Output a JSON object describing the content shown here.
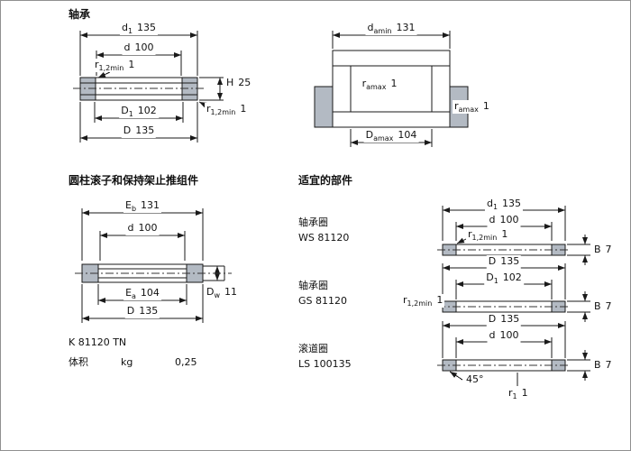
{
  "titles": {
    "bearing": "轴承",
    "assembly": "圆柱滚子和保持架止推组件",
    "suitable": "适宜的部件"
  },
  "product": {
    "designation": "K 81120 TN",
    "mass_label": "体积",
    "mass_unit": "kg",
    "mass_value": "0,25"
  },
  "parts": [
    {
      "type": "轴承圈",
      "designation": "WS 81120"
    },
    {
      "type": "轴承圈",
      "designation": "GS 81120"
    },
    {
      "type": "滚道圈",
      "designation": "LS 100135"
    }
  ],
  "dims": {
    "d1": {
      "sym": "d",
      "sub": "1",
      "value": "135"
    },
    "d": {
      "sym": "d",
      "sub": "",
      "value": "100"
    },
    "r12min": {
      "sym": "r",
      "sub": "1,2min",
      "value": "1"
    },
    "H": {
      "sym": "H",
      "sub": "",
      "value": "25"
    },
    "D1": {
      "sym": "D",
      "sub": "1",
      "value": "102"
    },
    "D": {
      "sym": "D",
      "sub": "",
      "value": "135"
    },
    "damin": {
      "sym": "d",
      "sub": "amin",
      "value": "131"
    },
    "ramax": {
      "sym": "r",
      "sub": "amax",
      "value": "1"
    },
    "Damax": {
      "sym": "D",
      "sub": "amax",
      "value": "104"
    },
    "Eb": {
      "sym": "E",
      "sub": "b",
      "value": "131"
    },
    "Ea": {
      "sym": "E",
      "sub": "a",
      "value": "104"
    },
    "Dw": {
      "sym": "D",
      "sub": "w",
      "value": "11"
    },
    "B": {
      "sym": "B",
      "sub": "",
      "value": "7"
    },
    "r1": {
      "sym": "r",
      "sub": "1",
      "value": "1"
    },
    "chamfer": {
      "sym": "45°",
      "sub": "",
      "value": ""
    }
  },
  "colors": {
    "line": "#1a1a1a",
    "section_fill": "#b3bac3",
    "background": "#ffffff"
  }
}
